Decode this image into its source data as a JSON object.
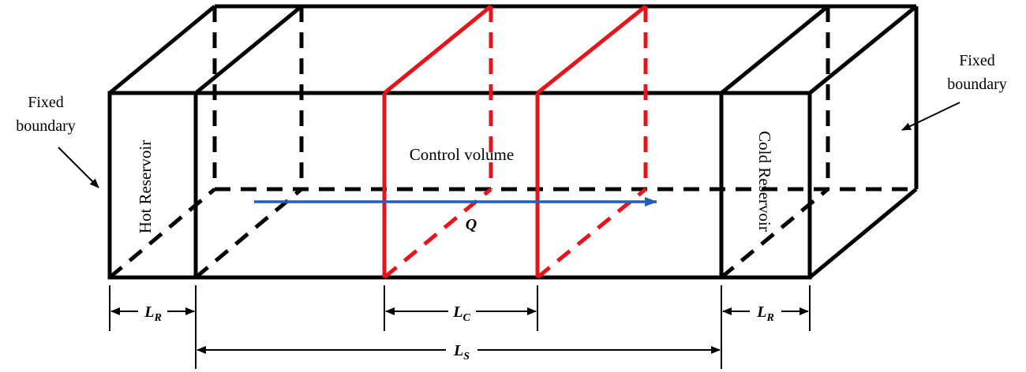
{
  "labels": {
    "fixed_left_line1": "Fixed",
    "fixed_left_line2": "boundary",
    "fixed_right_line1": "Fixed",
    "fixed_right_line2": "boundary",
    "hot_reservoir": "Hot Reservoir",
    "cold_reservoir": "Cold Reservoir",
    "control_volume": "Control volume",
    "heat_flow": "Q"
  },
  "dimensions": {
    "lr_left": {
      "main": "L",
      "sub": "R"
    },
    "lc": {
      "main": "L",
      "sub": "C"
    },
    "lr_right": {
      "main": "L",
      "sub": "R"
    },
    "ls": {
      "main": "L",
      "sub": "S"
    }
  },
  "colors": {
    "outline": "#000000",
    "control_volume": "#e8141b",
    "heat_arrow": "#1f5fbf"
  }
}
